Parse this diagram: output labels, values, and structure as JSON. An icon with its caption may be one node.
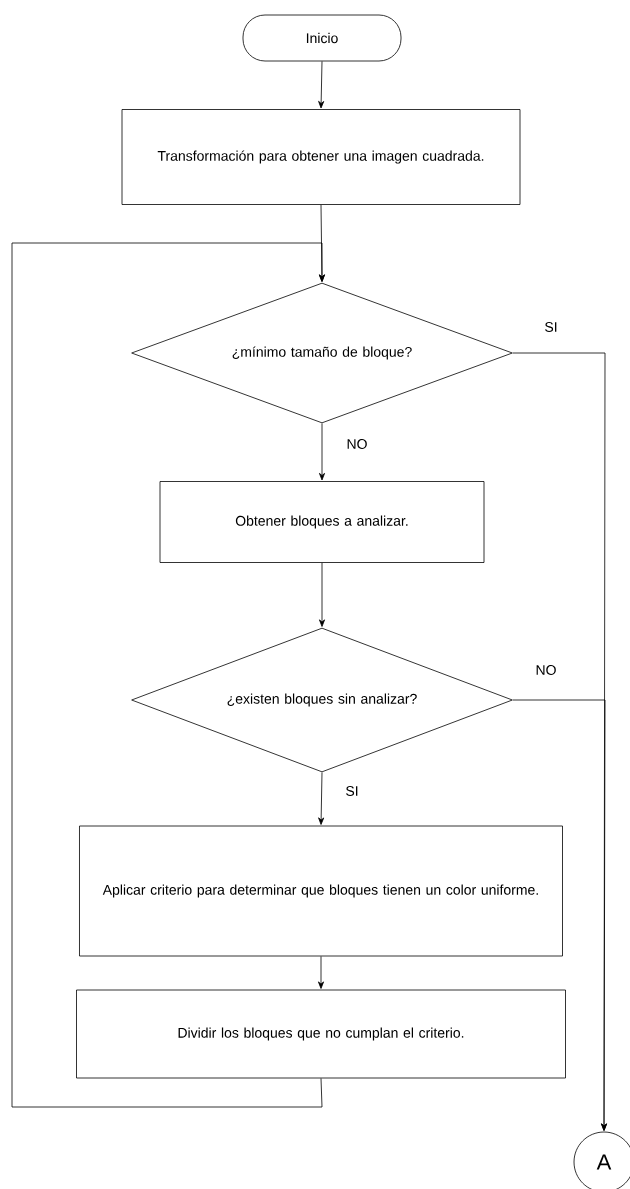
{
  "diagram": {
    "nodes": [
      {
        "text": [
          "Inicio"
        ]
      },
      {
        "text": [
          "Transformación para obtener una imagen cuadrada."
        ]
      },
      {
        "text": [
          "¿mínimo tamaño de bloque?"
        ]
      },
      {
        "text": [
          "Obtener bloques a analizar."
        ]
      },
      {
        "text": [
          "¿existen bloques sin analizar?"
        ]
      },
      {
        "text": [
          "Aplicar criterio para determinar que bloques tienen un color uniforme."
        ]
      },
      {
        "text": [
          "Dividir los bloques que no cumplan el criterio."
        ]
      },
      {
        "text": [
          "A"
        ]
      }
    ],
    "edges": [
      {
        "from": 0,
        "to": 1,
        "arrow": "to"
      },
      {
        "from": 1,
        "to": 2,
        "arrow": "to"
      },
      {
        "from": 2,
        "to": 3,
        "arrow": "to",
        "label": "NO"
      },
      {
        "from": 3,
        "to": 4,
        "arrow": "to"
      },
      {
        "from": 4,
        "to": 5,
        "arrow": "to",
        "label": "SI"
      },
      {
        "from": 5,
        "to": 6,
        "arrow": "to"
      },
      {
        "from": 6,
        "to": 2,
        "arrow": "to"
      },
      {
        "from": 2,
        "to": 7,
        "arrow": "to",
        "label": "SI"
      },
      {
        "from": 4,
        "to": 7,
        "arrow": "to",
        "label": "NO"
      }
    ]
  }
}
